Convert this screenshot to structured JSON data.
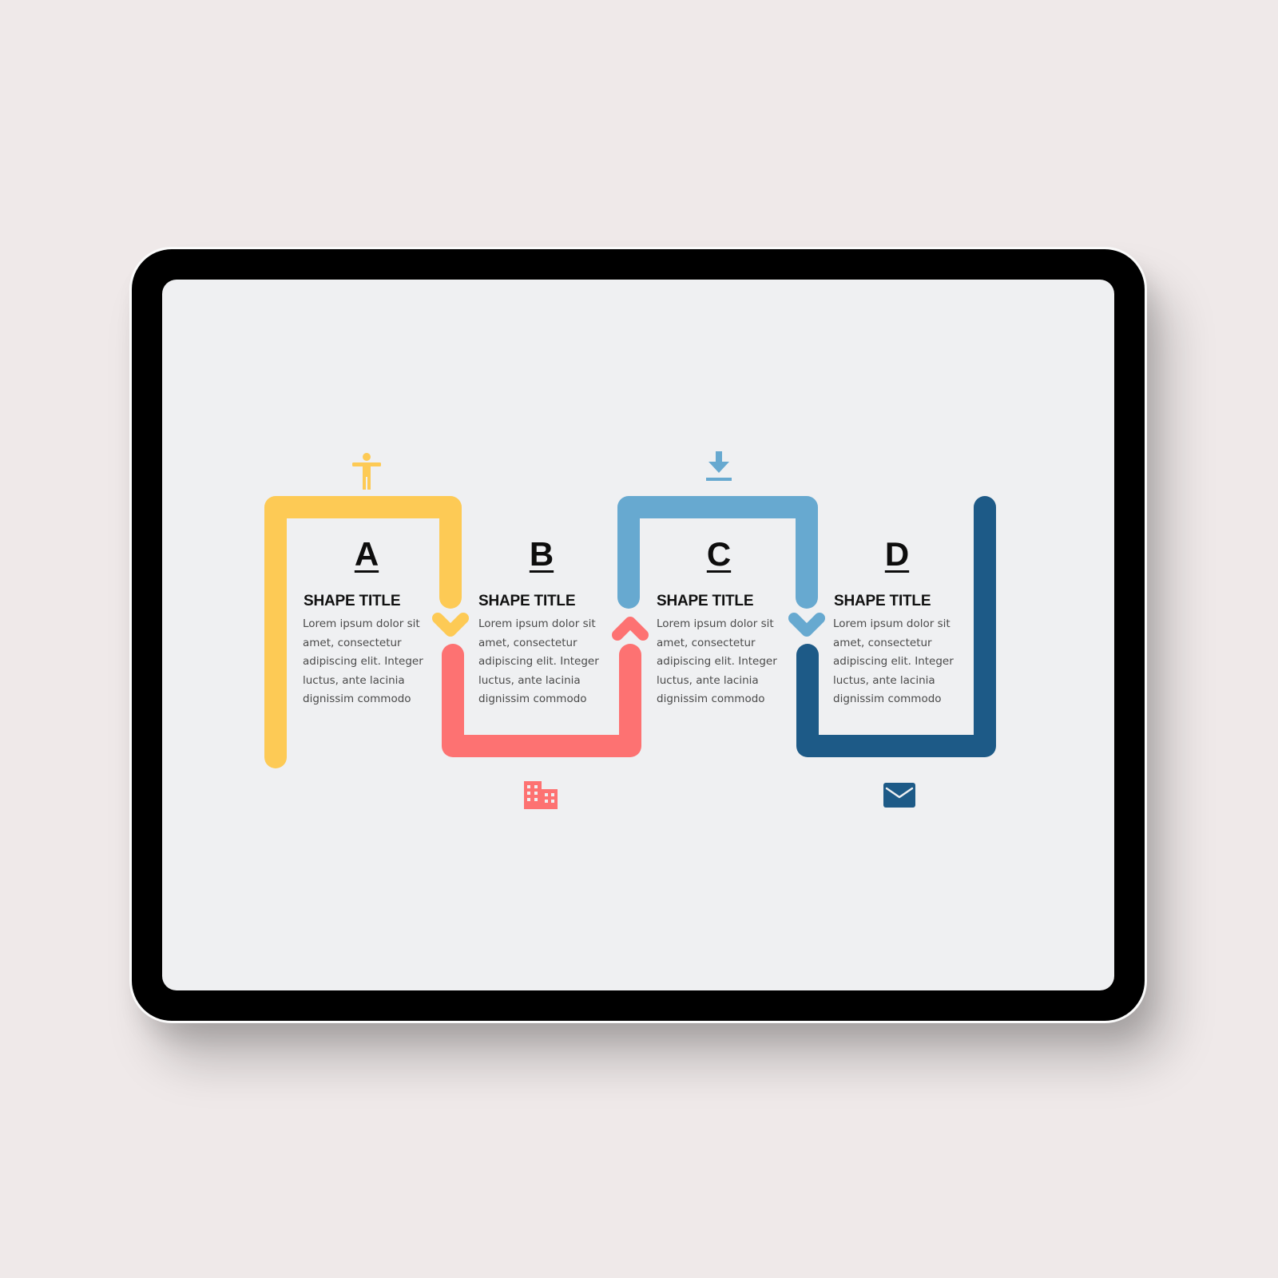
{
  "colors": {
    "background": "#efe9e9",
    "bezel": "#000000",
    "screen": "#eff0f2",
    "yellow": "#fdca55",
    "red": "#fd7272",
    "light_blue": "#67a9d0",
    "dark_blue": "#1d5a87"
  },
  "steps": [
    {
      "letter": "A",
      "title": "SHAPE TITLE",
      "body": "Lorem ipsum dolor sit amet, consectetur adipiscing elit. Integer luctus, ante lacinia dignissim commodo",
      "icon": "person-accessibility-icon",
      "color": "#fdca55"
    },
    {
      "letter": "B",
      "title": "SHAPE TITLE",
      "body": "Lorem ipsum dolor sit amet, consectetur adipiscing elit. Integer luctus, ante lacinia dignissim commodo",
      "icon": "building-icon",
      "color": "#fd7272"
    },
    {
      "letter": "C",
      "title": "SHAPE TITLE",
      "body": "Lorem ipsum dolor sit amet, consectetur adipiscing elit. Integer luctus, ante lacinia dignissim commodo",
      "icon": "download-icon",
      "color": "#67a9d0"
    },
    {
      "letter": "D",
      "title": "SHAPE TITLE",
      "body": "Lorem ipsum dolor sit amet, consectetur adipiscing elit. Integer luctus, ante lacinia dignissim commodo",
      "icon": "envelope-icon",
      "color": "#1d5a87"
    }
  ]
}
